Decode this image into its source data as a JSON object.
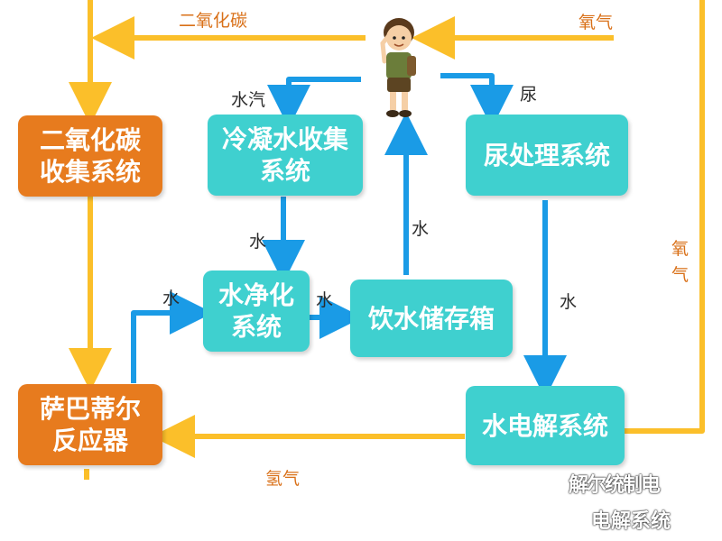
{
  "colors": {
    "orange": "#e77b1e",
    "teal": "#3fd0cf",
    "yellow_line": "#fbbf2a",
    "blue_line": "#1a9be6"
  },
  "nodes": {
    "co2_collect": "二氧化碳\n收集系统",
    "condense": "冷凝水收集\n系统",
    "urine": "尿处理系统",
    "purify": "水净化\n系统",
    "storage": "饮水储存箱",
    "sabatier": "萨巴蒂尔\n反应器",
    "electrolysis": "水电解系统"
  },
  "labels": {
    "co2_top": "二氧化碳",
    "oxygen_top": "氧气",
    "vapor": "水汽",
    "urine": "尿",
    "water_condense_down": "水",
    "water_storage_up": "水",
    "water_urine_down": "水",
    "water_to_purify": "水",
    "water_purify_to_storage": "水",
    "oxygen_right": "氧\n气",
    "hydrogen": "氢气"
  },
  "overlay": {
    "line1": "解尔统制电",
    "line2": "电解系统"
  },
  "icon": "astronaut-boy-icon"
}
